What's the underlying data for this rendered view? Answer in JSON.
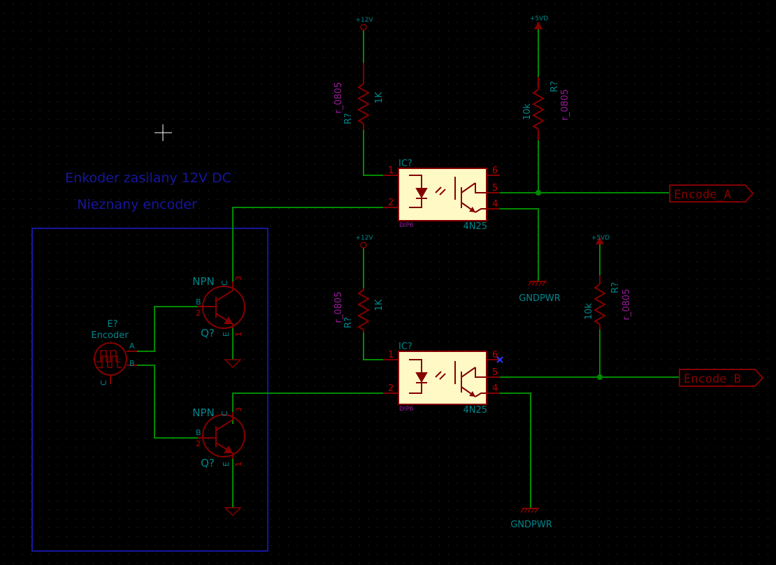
{
  "colors": {
    "background": "#000000",
    "grid": "#3a3a3a",
    "wire": "#008a00",
    "component": "#840000",
    "body_fill": "#fff9c6",
    "pin_number": "#c00000",
    "reference": "#00858a",
    "footprint": "#9a1a9a",
    "note": "#16169e",
    "label_text": "#840000",
    "power_text": "#00858a",
    "cursor": "#ffffff",
    "no_connect": "#2a3aff"
  },
  "note": {
    "line1": "Enkoder zasilany 12V DC",
    "line2": "Nieznany encoder"
  },
  "power": {
    "p12v_a": "+12V",
    "p12v_b": "+12V",
    "p5v_a": "+5VD",
    "p5v_b": "+5VD",
    "gnd_a": "GNDPWR",
    "gnd_b": "GNDPWR"
  },
  "resistors": {
    "r1": {
      "ref": "R?",
      "value": "1K",
      "footprint": "r_0805"
    },
    "r2": {
      "ref": "R?",
      "value": "10k",
      "footprint": "r_0805"
    },
    "r3": {
      "ref": "R?",
      "value": "1K",
      "footprint": "r_0805"
    },
    "r4": {
      "ref": "R?",
      "value": "10k",
      "footprint": "r_0805"
    }
  },
  "optos": {
    "ic1": {
      "ref": "IC?",
      "value": "4N25",
      "footprint": "DIP6"
    },
    "ic2": {
      "ref": "IC?",
      "value": "4N25",
      "footprint": "DIP6"
    },
    "pins": {
      "p1": "1",
      "p2": "2",
      "p4": "4",
      "p5": "5",
      "p6": "6"
    }
  },
  "transistors": {
    "q1": {
      "type": "NPN",
      "ref": "Q?"
    },
    "q2": {
      "type": "NPN",
      "ref": "Q?"
    },
    "pins": {
      "b_letter": "B",
      "b_num": "2",
      "c_letter": "C",
      "c_num": "3",
      "e_letter": "E",
      "e_num": "1"
    }
  },
  "encoder": {
    "ref": "E?",
    "value": "Encoder",
    "pin_a": "A",
    "pin_b": "B",
    "pin_c": "C"
  },
  "labels": {
    "encode_a": "Encode_A",
    "encode_b": "Encode_B"
  }
}
